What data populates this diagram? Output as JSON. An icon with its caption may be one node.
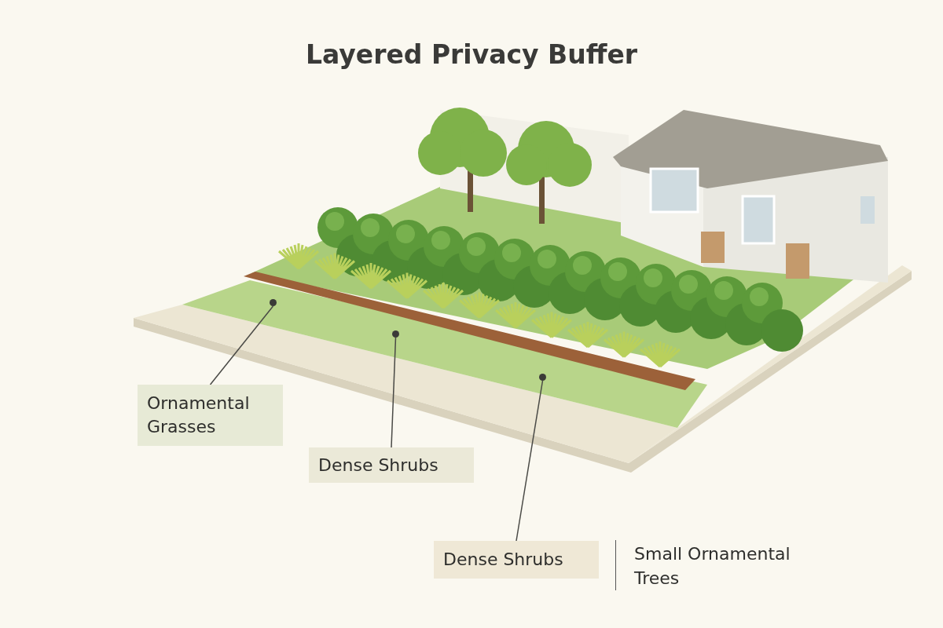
{
  "diagram": {
    "title": "Layered Privacy Buffer",
    "nodes": [
      {
        "text": [
          "Ornamental Grasses"
        ]
      },
      {
        "text": [
          "Dense Shrubs"
        ]
      },
      {
        "text": [
          "Dense Shrubs"
        ]
      },
      {
        "text": [],
        "shape": "circle"
      },
      {
        "text": [],
        "shape": "circle"
      },
      {
        "text": [],
        "shape": "circle"
      }
    ],
    "edges": [
      {
        "from": 0,
        "to": 3,
        "arrow": "none"
      },
      {
        "from": 1,
        "to": 4,
        "arrow": "none"
      },
      {
        "from": 2,
        "to": 5,
        "arrow": "none"
      }
    ],
    "labels": [
      "Small Ornamental Trees"
    ]
  }
}
